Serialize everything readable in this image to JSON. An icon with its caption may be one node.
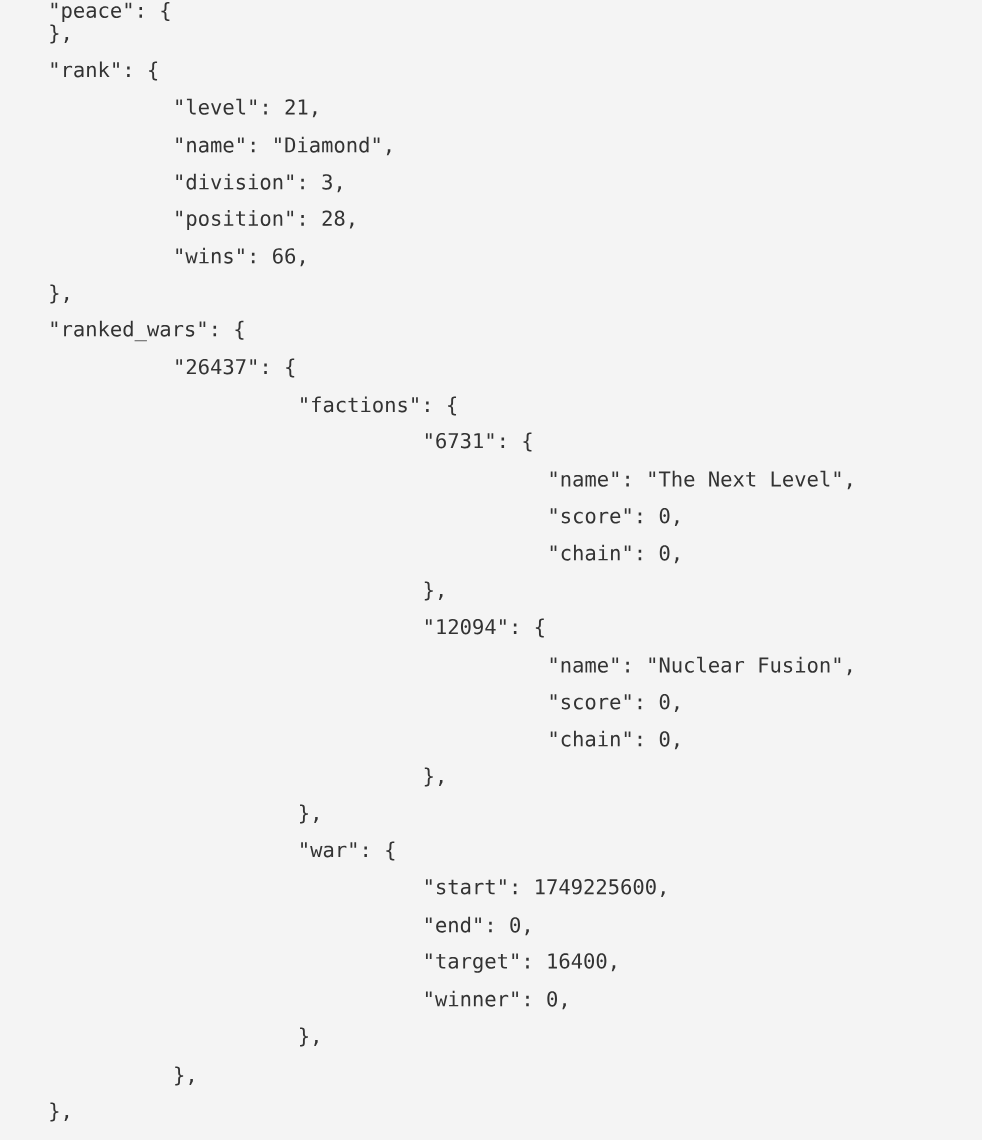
{
  "diagram": {
    "labels": [
      "\"peace\": {",
      "},",
      "\"rank\": {",
      "\"level\": 21,",
      "\"name\": \"Diamond\",",
      "\"division\": 3,",
      "\"position\": 28,",
      "\"wins\": 66,",
      "},",
      "\"ranked_wars\": {",
      "\"26437\": {",
      "\"factions\": {",
      "\"6731\": {",
      "\"name\": \"The Next Level\",",
      "\"score\": 0,",
      "\"chain\": 0,",
      "},",
      "\"12094\": {",
      "\"name\": \"Nuclear Fusion\",",
      "\"score\": 0,",
      "\"chain\": 0,",
      "},",
      "},",
      "\"war\": {",
      "\"start\": 1749225600,",
      "\"end\": 0,",
      "\"target\": 16400,",
      "\"winner\": 0,",
      "},",
      "},",
      "},"
    ]
  }
}
